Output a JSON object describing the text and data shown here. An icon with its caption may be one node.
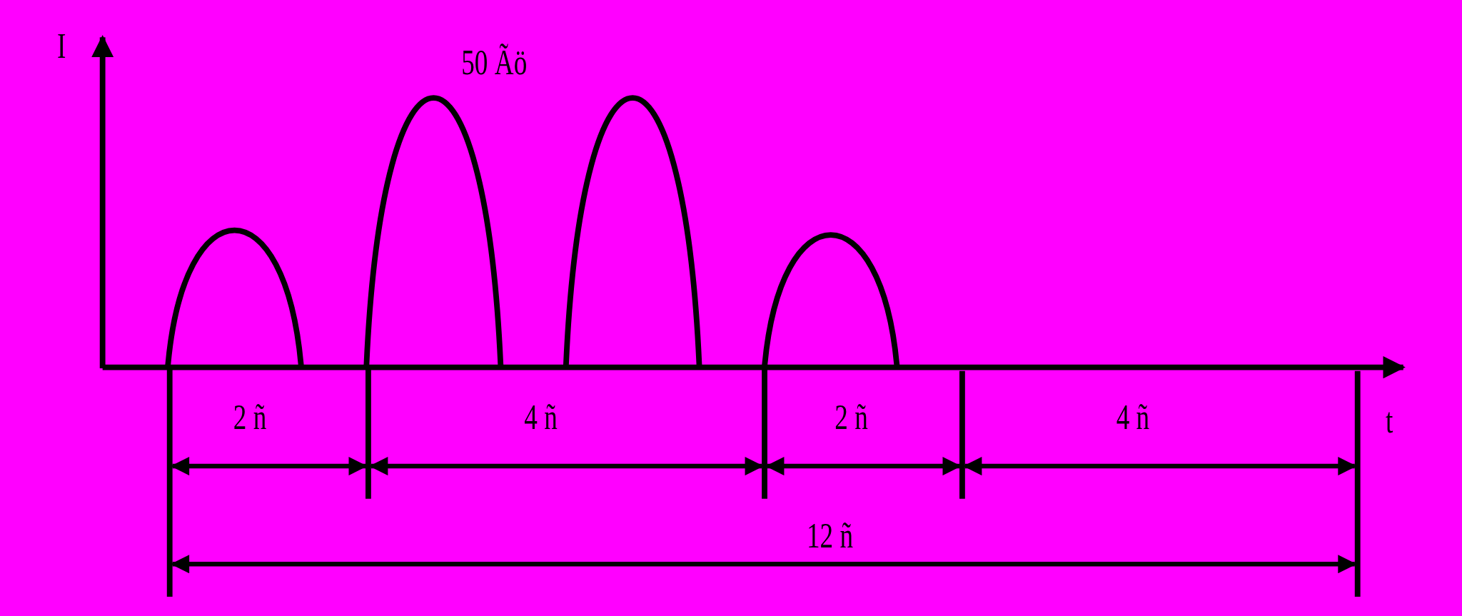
{
  "diagram": {
    "labels": [
      "I",
      "50 Ãö",
      "2 ñ",
      "4 ñ",
      "2 ñ",
      "4 ñ",
      "t",
      "12 ñ"
    ]
  }
}
